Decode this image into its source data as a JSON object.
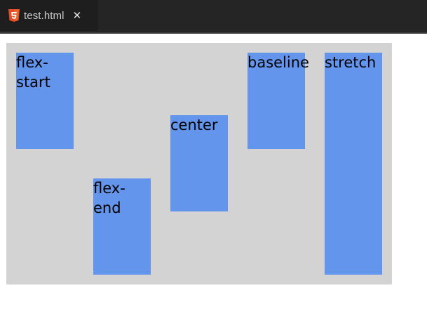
{
  "tab": {
    "title": "test.html",
    "icon": "html5-icon",
    "close_symbol": "✕"
  },
  "colors": {
    "tabbar_bg": "#252526",
    "active_tab_bg": "#1e1e1e",
    "container_bg": "#d3d3d3",
    "box_bg": "#6495ed",
    "html5_orange": "#e44d26"
  },
  "boxes": [
    {
      "label": "flex-\nstart"
    },
    {
      "label": "flex-\nend"
    },
    {
      "label": "center"
    },
    {
      "label": "baseline"
    },
    {
      "label": "stretch"
    }
  ]
}
